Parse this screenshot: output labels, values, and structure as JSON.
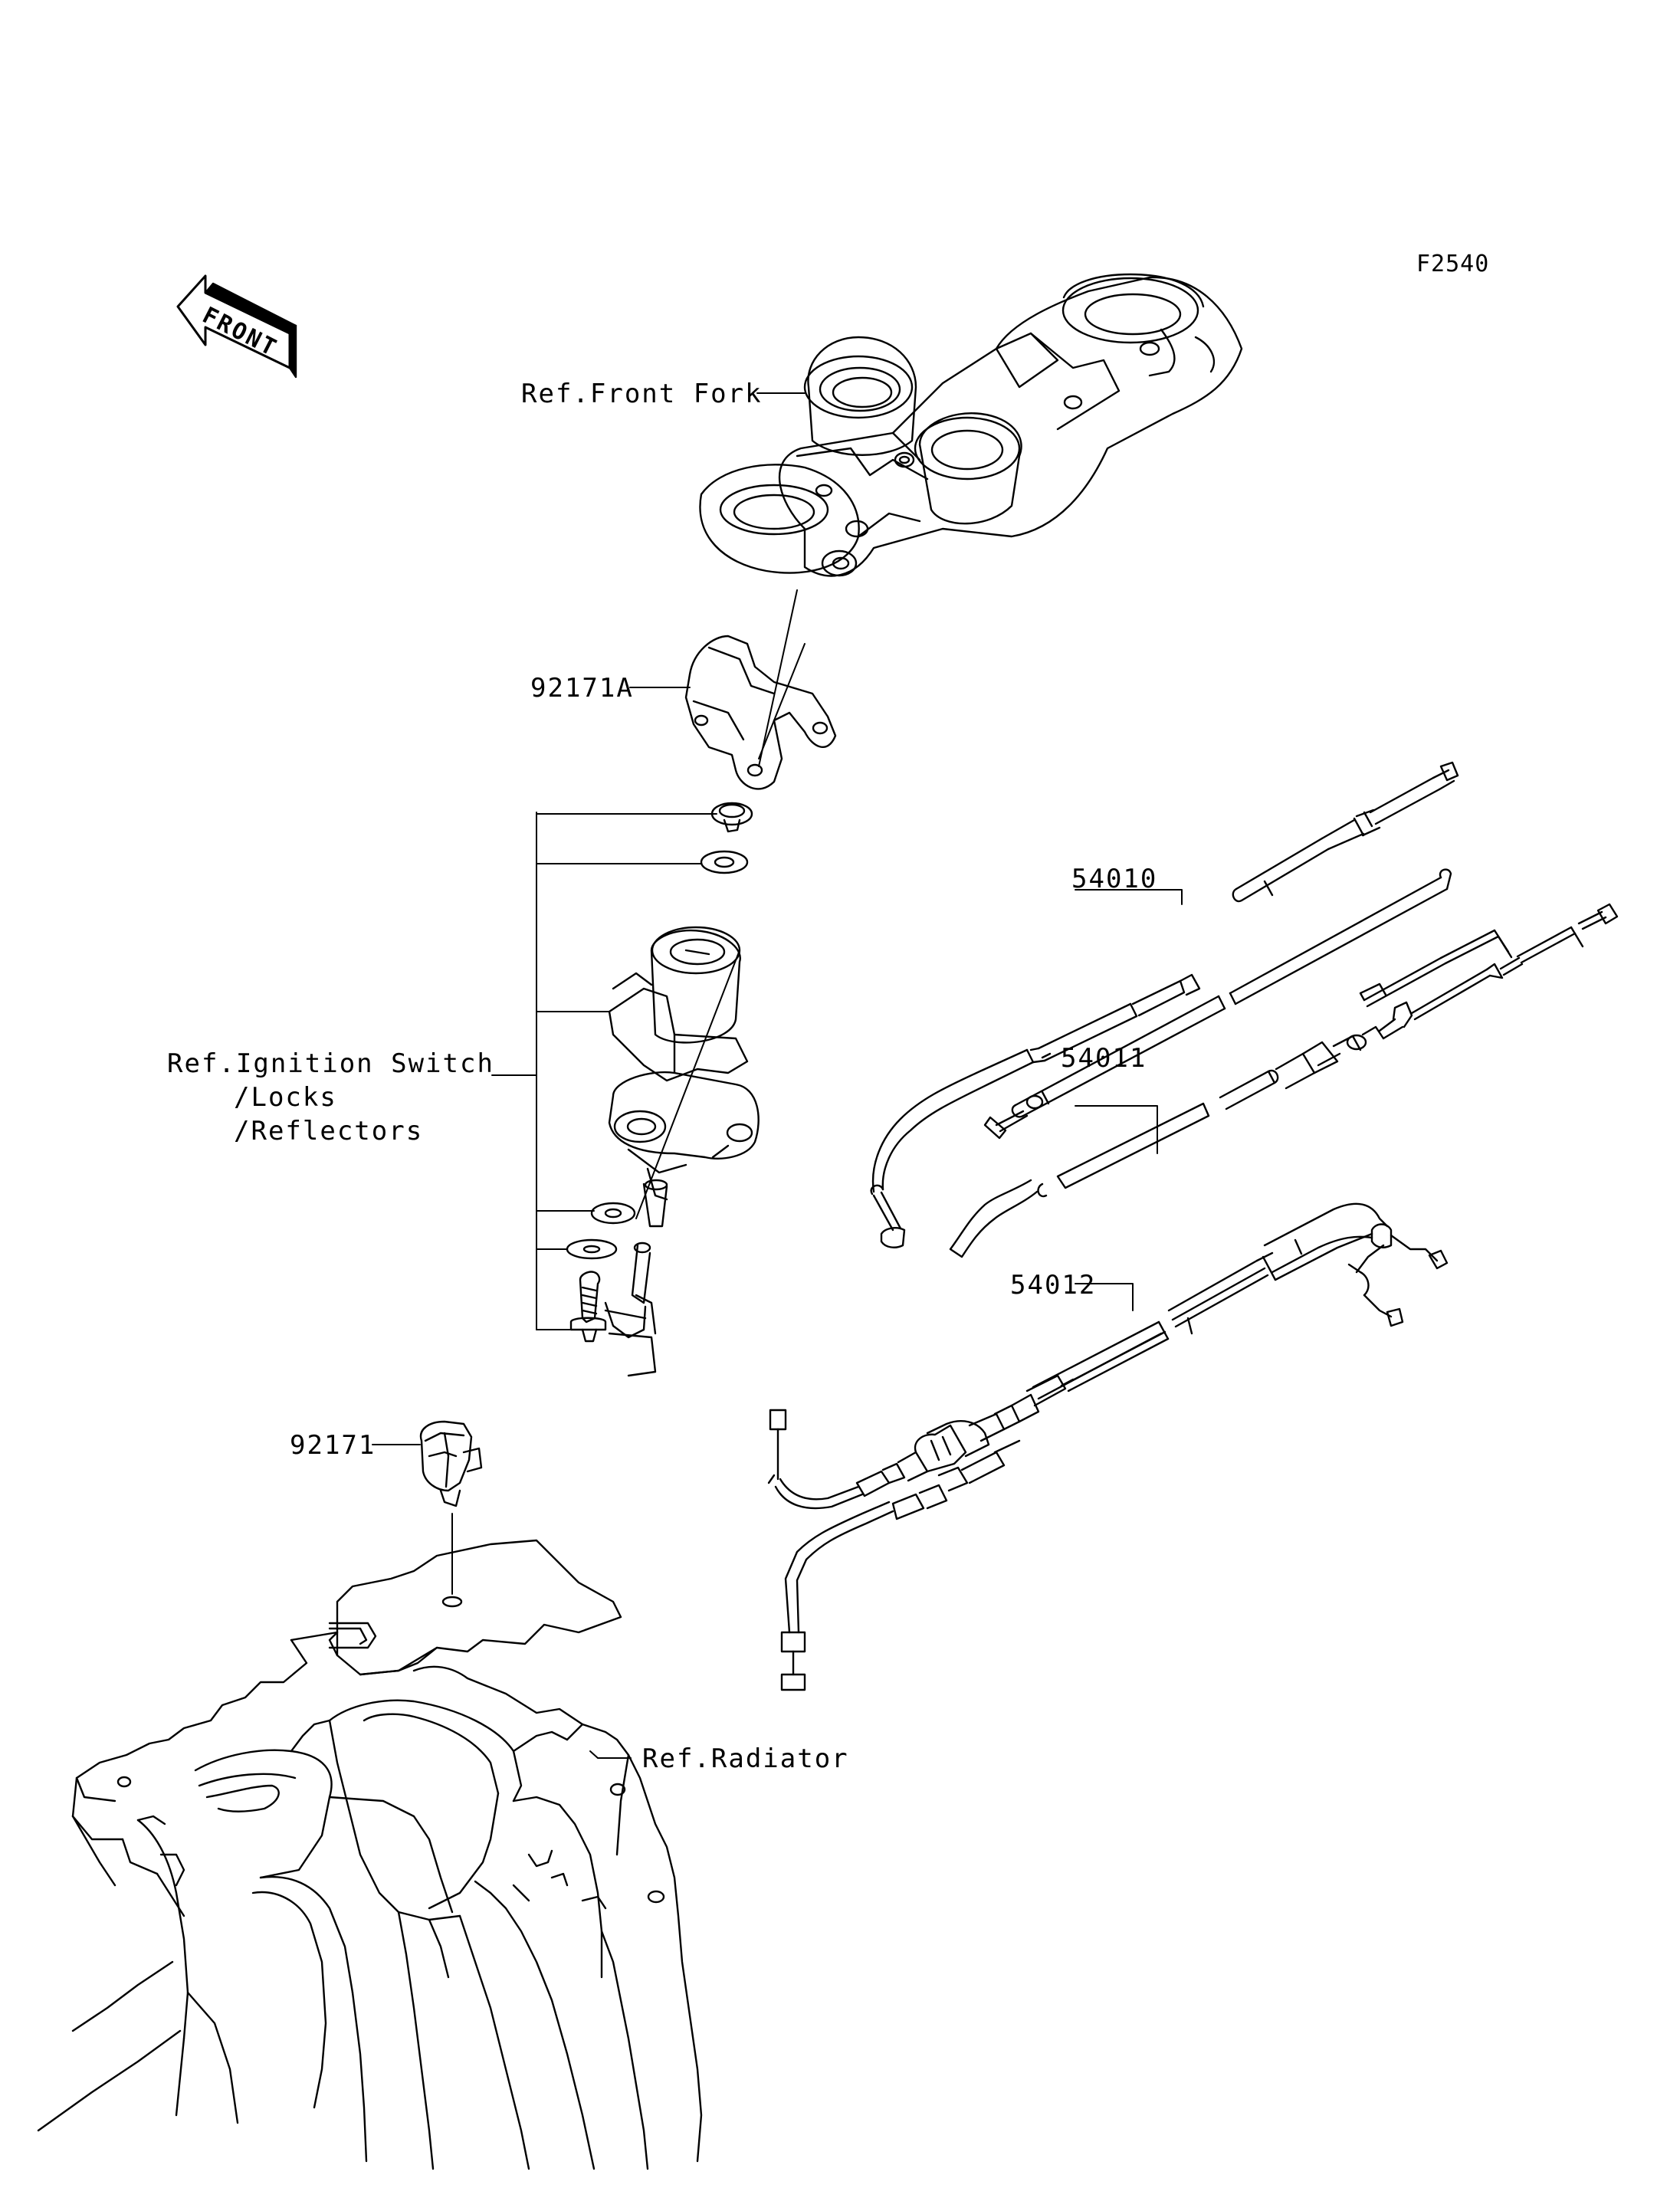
{
  "figure_code": "F2540",
  "front_arrow_label": "FRONT",
  "labels": {
    "front_fork": "Ref.Front Fork",
    "part_92171A": "92171A",
    "ignition_line1": "Ref.Ignition Switch",
    "ignition_line2": "/Locks",
    "ignition_line3": "/Reflectors",
    "part_54010": "54010",
    "part_54011": "54011",
    "part_54012": "54012",
    "part_92171": "92171",
    "radiator": "Ref.Radiator"
  },
  "colors": {
    "line": "#000000",
    "background": "#ffffff"
  }
}
